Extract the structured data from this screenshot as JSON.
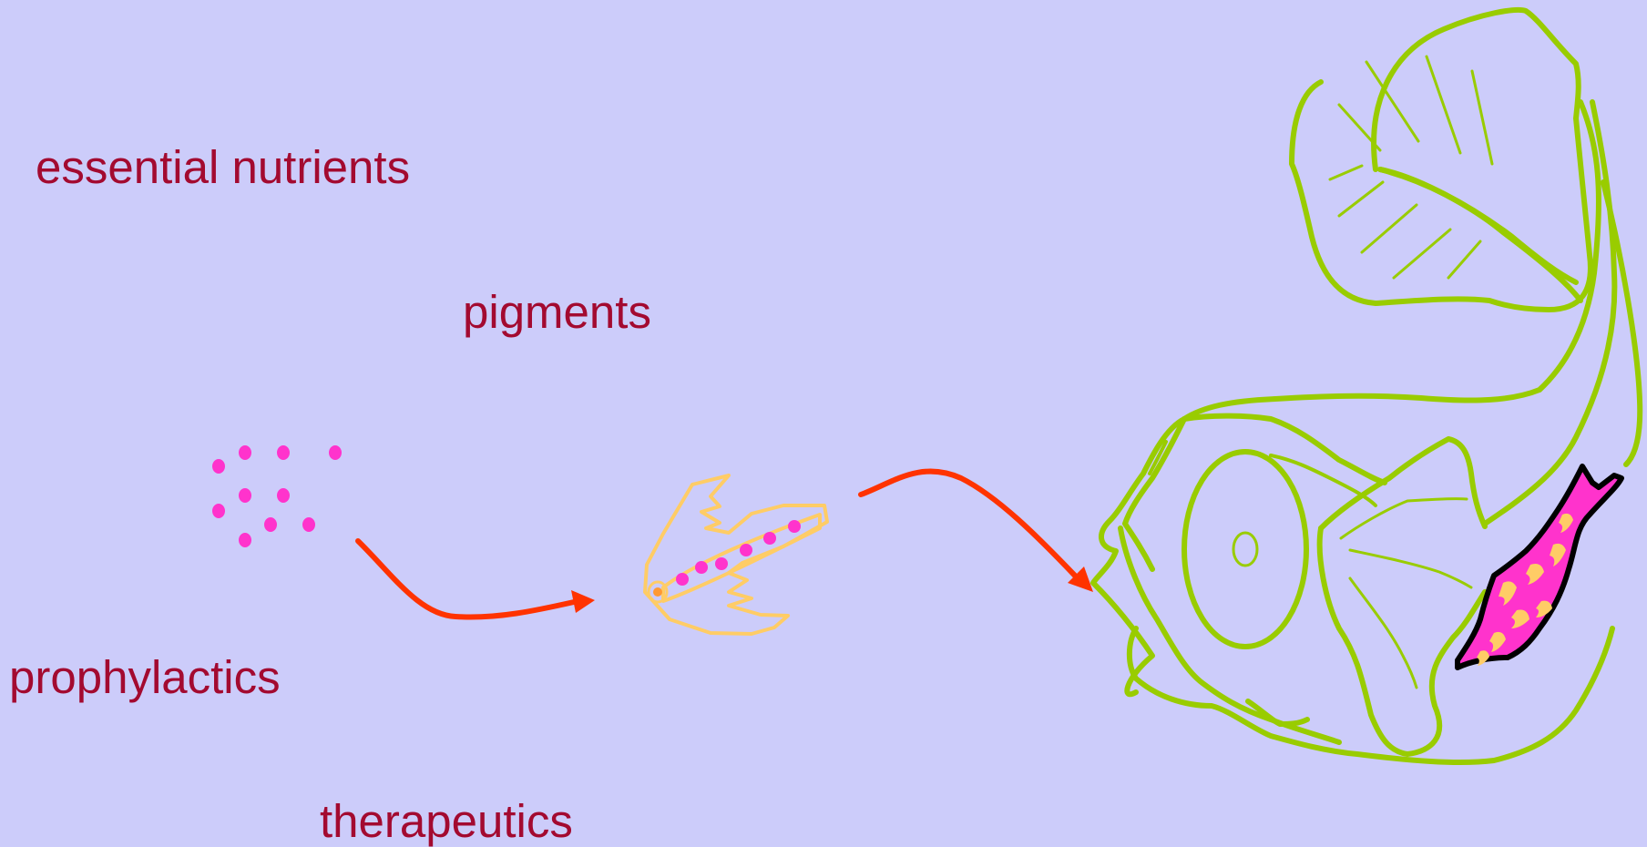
{
  "labels": {
    "essential_nutrients": "essential nutrients",
    "pigments": "pigments",
    "prophylactics": "prophylactics",
    "therapeutics": "therapeutics"
  },
  "colors": {
    "background": "#ccccfa",
    "label_text": "#a30a30",
    "particles": "#ff33cc",
    "arrows": "#ff3300",
    "feed_pellet_outline": "#ffcc66",
    "fish_outline": "#99cc00",
    "gut_tissue": "#ff33cc"
  },
  "icons": {
    "particles": "nutrient-particles-icon",
    "feed_pellet": "feed-pellet-icon",
    "fish": "fish-head-cross-section-icon",
    "gut": "fish-gut-icon"
  }
}
